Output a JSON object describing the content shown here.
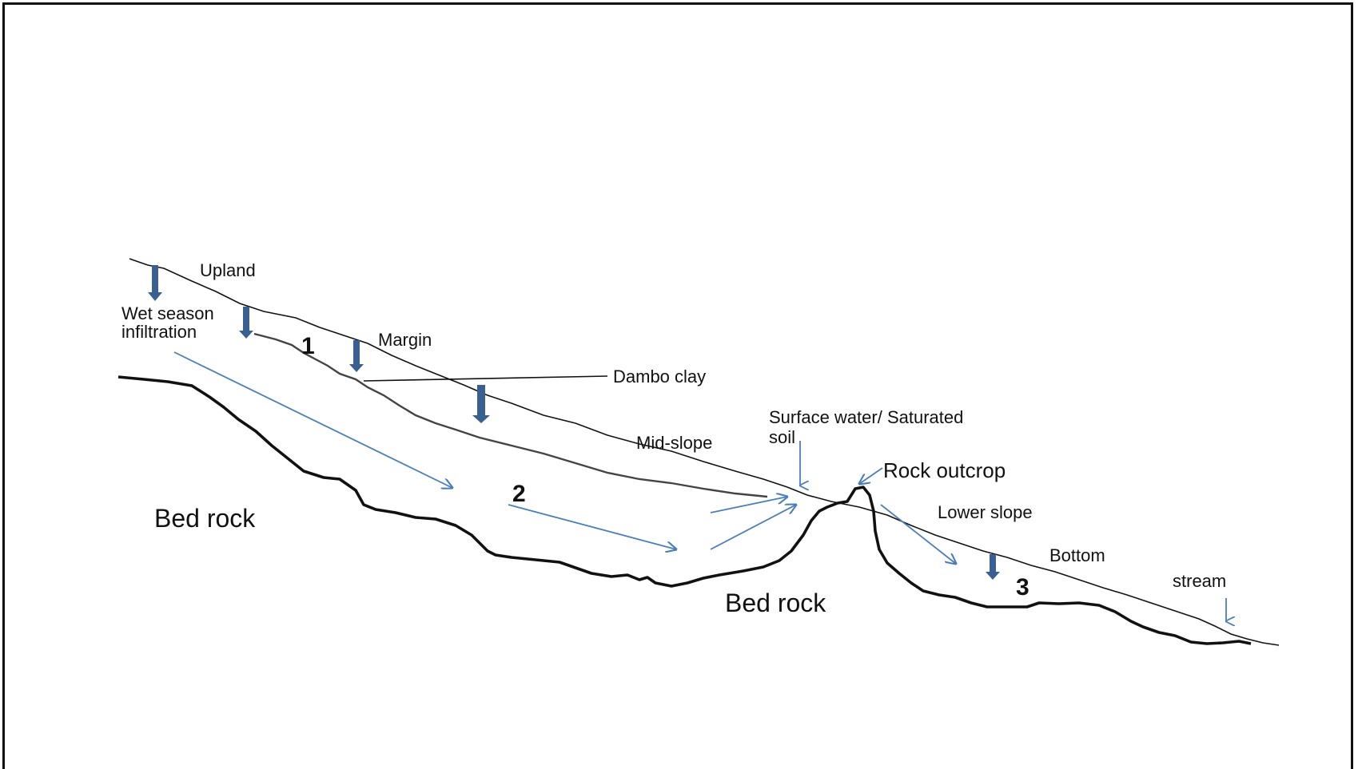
{
  "diagram": {
    "labels": {
      "upland": "Upland",
      "wet_season_line1": "Wet season",
      "wet_season_line2": "infiltration",
      "margin": "Margin",
      "dambo_clay": "Dambo clay",
      "mid_slope": "Mid-slope",
      "surface_water_line1": "Surface water/ Saturated",
      "surface_water_line2": "soil",
      "rock_outcrop": "Rock outcrop",
      "lower_slope": "Lower slope",
      "bottom": "Bottom",
      "stream": "stream",
      "bed_rock_left": "Bed rock",
      "bed_rock_center": "Bed rock",
      "zone_1": "1",
      "zone_2": "2",
      "zone_3": "3"
    },
    "colors": {
      "line": "#111111",
      "flow_arrow": "#4a7ebb",
      "infiltration_arrow": "#3a5f91"
    }
  }
}
